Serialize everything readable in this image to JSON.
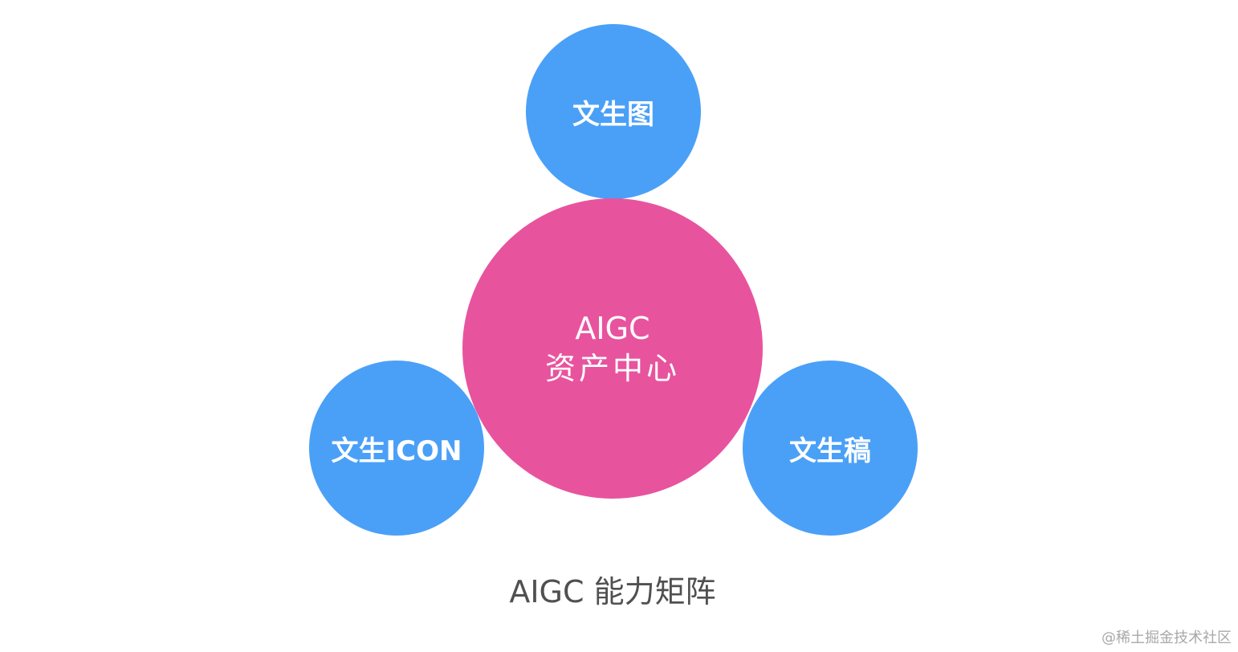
{
  "colors": {
    "satellite": "#4aa0f7",
    "center": "#e8539e"
  },
  "nodes": {
    "top": "文生图",
    "left": "文生ICON",
    "right": "文生稿",
    "center_line1": "AIGC",
    "center_line2": "资产中心"
  },
  "caption": "AIGC 能力矩阵",
  "watermark": "@稀土掘金技术社区"
}
